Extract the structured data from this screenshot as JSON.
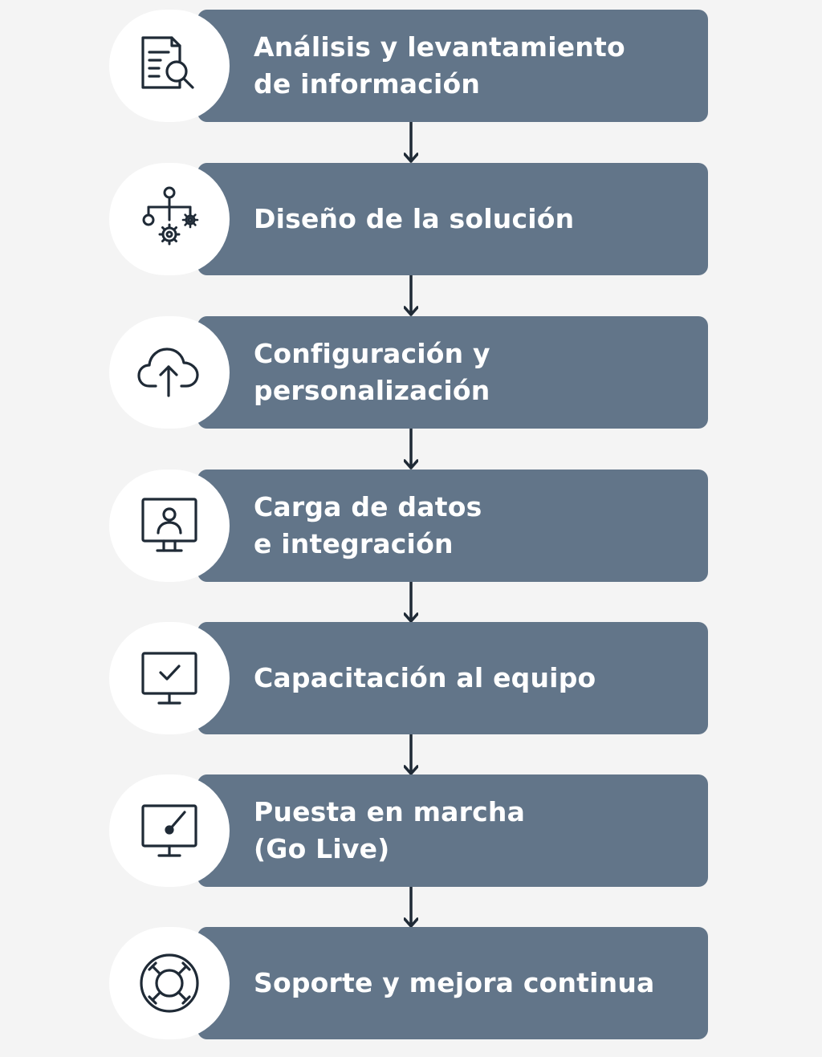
{
  "steps": [
    {
      "lines": [
        "Análisis y levantamiento",
        "de información"
      ],
      "icon": "document-search-icon"
    },
    {
      "lines": [
        "Diseño de la solución"
      ],
      "icon": "hierarchy-gears-icon"
    },
    {
      "lines": [
        "Configuración y",
        "personalización"
      ],
      "icon": "cloud-upload-icon"
    },
    {
      "lines": [
        "Carga de datos",
        "e integración"
      ],
      "icon": "monitor-user-icon"
    },
    {
      "lines": [
        "Capacitación al equipo"
      ],
      "icon": "monitor-check-icon"
    },
    {
      "lines": [
        "Puesta en marcha",
        "(Go Live)"
      ],
      "icon": "monitor-launch-icon"
    },
    {
      "lines": [
        "Soporte y mejora continua"
      ],
      "icon": "lifebuoy-icon"
    }
  ],
  "colors": {
    "background": "#f4f4f4",
    "bar": "#627589",
    "icon_stroke": "#1f2a36",
    "arrow": "#1f2a36",
    "text": "#ffffff"
  }
}
